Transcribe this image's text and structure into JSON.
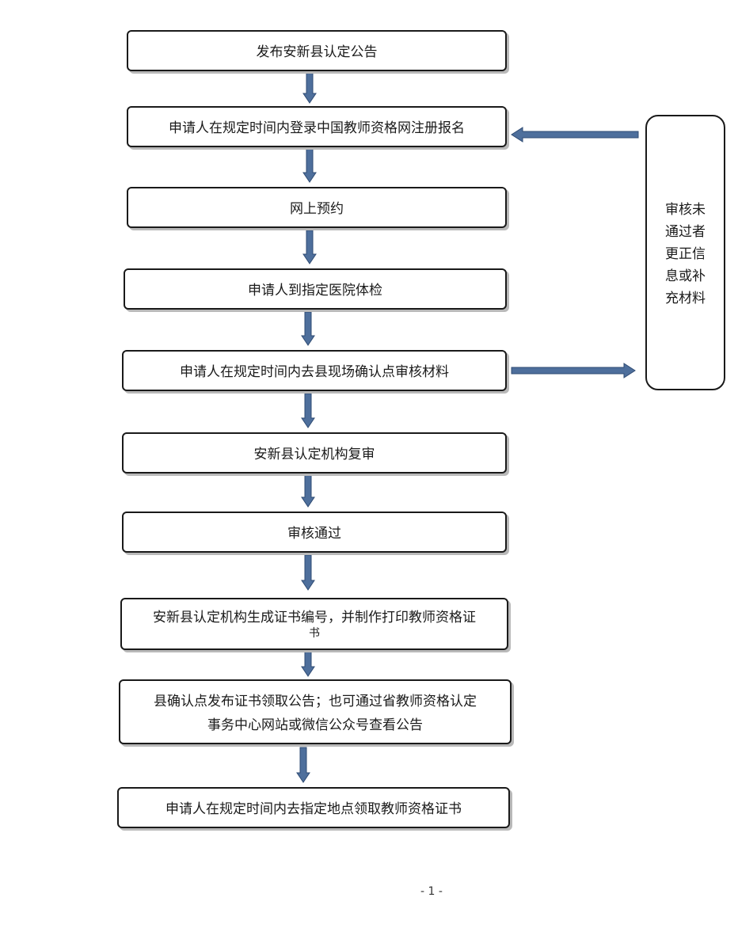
{
  "flow": {
    "steps": [
      {
        "lines": [
          "发布安新县认定公告"
        ]
      },
      {
        "lines": [
          "申请人在规定时间内登录中国教师资格网注册报名"
        ]
      },
      {
        "lines": [
          "网上预约"
        ]
      },
      {
        "lines": [
          "申请人到指定医院体检"
        ]
      },
      {
        "lines": [
          "申请人在规定时间内去县现场确认点审核材料"
        ]
      },
      {
        "lines": [
          "安新县认定机构复审"
        ]
      },
      {
        "lines": [
          "审核通过"
        ]
      },
      {
        "lines": [
          "安新县认定机构生成证书编号，并制作打印教师资格证",
          "书"
        ]
      },
      {
        "lines": [
          "县确认点发布证书领取公告；也可通过省教师资格认定",
          "事务中心网站或微信公众号查看公告"
        ]
      },
      {
        "lines": [
          "申请人在规定时间内去指定地点领取教师资格证书"
        ]
      }
    ],
    "side_note": {
      "lines": [
        "审核未",
        "通过者",
        "更正信",
        "息或补",
        "充材料"
      ]
    }
  },
  "colors": {
    "arrow_fill": "#4e6f9c",
    "arrow_stroke": "#2f4b73",
    "box_border": "#1a1a1a",
    "shadow": "#b9b9b9"
  },
  "page_number": "- 1 -"
}
